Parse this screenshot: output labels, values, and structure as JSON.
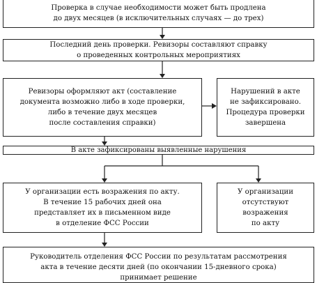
{
  "boxes": {
    "extension": "Проверка в случае необходимости может быть продлена\nдо двух месяцев (в исключительных случаях — до трех)",
    "last_day": "Последний день проверки. Ревизоры составляют справку\nо проведенных контрольных мероприятиях",
    "act": "Ревизоры оформляют акт (составление\nдокумента возможно либо в ходе проверки,\nлибо в течение двух месяцев\nпосле составления справки)",
    "no_violations": "Нарушений в акте\nне зафиксировано.\nПроцедура проверки\nзавершена",
    "violations": "В акте зафиксированы выявленные нарушения",
    "objections": "У организации есть возражения по акту.\nВ течение 15 рабочих дней она\nпредставляет их в письменном виде\nв отделение ФСС России",
    "no_objections": "У организации\nотсутствуют\nвозражения\nпо акту",
    "decision": "Руководитель отделения ФСС России по результатам рассмотрения\nакта в течение десяти дней (по окончании 15-дневного срока)\nпринимает решение"
  }
}
